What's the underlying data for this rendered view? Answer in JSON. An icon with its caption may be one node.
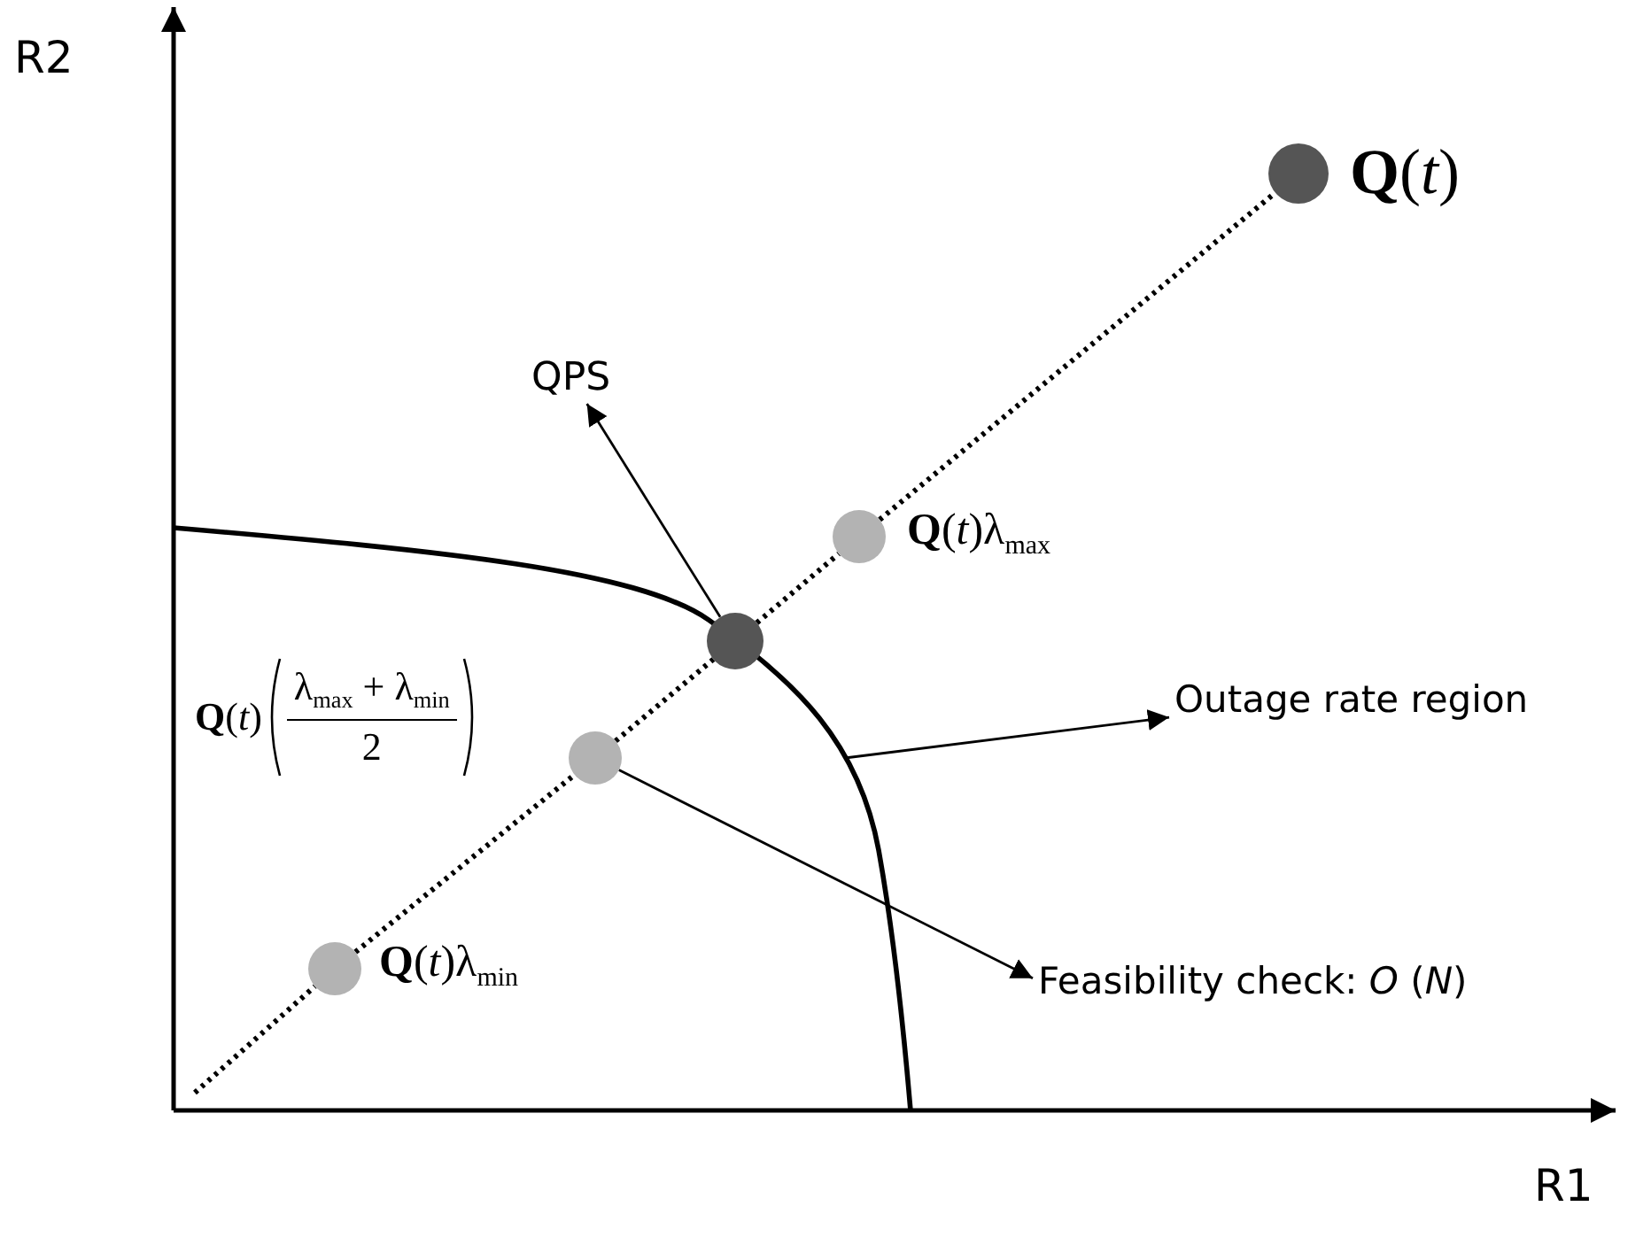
{
  "diagram": {
    "nodes": [
      {
        "text": [],
        "shape": "circle",
        "beside": [
          "**Q**(*t*)"
        ]
      },
      {
        "text": [],
        "shape": "circle",
        "beside": [
          "**Q**(*t*)λ$_{max}$"
        ]
      },
      {
        "text": [],
        "shape": "circle"
      },
      {
        "text": [],
        "shape": "circle",
        "beside": [
          "**Q**(*t*)",
          "λ$_{max}$ + λ$_{min}$",
          "2"
        ]
      },
      {
        "text": [],
        "shape": "circle",
        "beside": [
          "**Q**(*t*)λ$_{min}$"
        ]
      },
      {
        "text": [
          "QPS"
        ]
      },
      {
        "text": [
          "Outage rate region"
        ]
      },
      {
        "text": [
          "Feasibility check: *O* (*N*)"
        ]
      }
    ],
    "edges": [
      {
        "from": 2,
        "to": 5,
        "arrow": "to"
      },
      {
        "from": null,
        "to": 6,
        "arrow": "to"
      },
      {
        "from": 3,
        "to": 7,
        "arrow": "to"
      },
      {
        "from": null,
        "to": 4,
        "arrow": "none",
        "style": "dashed"
      },
      {
        "from": 4,
        "to": 3,
        "arrow": "none",
        "style": "dashed"
      },
      {
        "from": 3,
        "to": 2,
        "arrow": "none",
        "style": "dashed"
      },
      {
        "from": 2,
        "to": 1,
        "arrow": "none",
        "style": "dashed"
      },
      {
        "from": 1,
        "to": 0,
        "arrow": "none",
        "style": "dashed"
      }
    ],
    "labels": [
      "R2",
      "R1"
    ]
  }
}
